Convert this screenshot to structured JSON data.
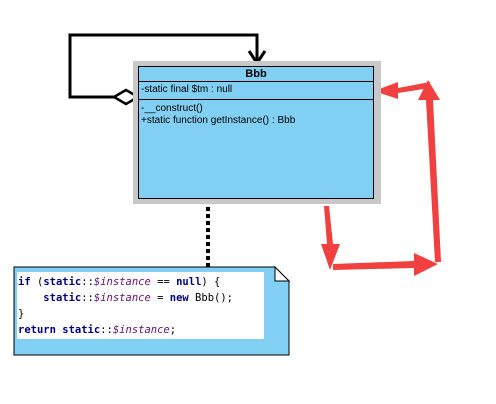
{
  "class": {
    "name": "Bbb",
    "attributes": [
      "-static final $tm : null"
    ],
    "methods": [
      "-__construct()",
      "+static function getInstance() : Bbb"
    ]
  },
  "note": {
    "lines": [
      [
        {
          "t": "if",
          "c": "kw"
        },
        {
          "t": " (",
          "c": "op"
        },
        {
          "t": "static",
          "c": "kw"
        },
        {
          "t": "::",
          "c": "op"
        },
        {
          "t": "$instance",
          "c": "var"
        },
        {
          "t": " == ",
          "c": "op"
        },
        {
          "t": "null",
          "c": "kw"
        },
        {
          "t": ") {",
          "c": "op"
        }
      ],
      [
        {
          "t": "    ",
          "c": "op"
        },
        {
          "t": "static",
          "c": "kw"
        },
        {
          "t": "::",
          "c": "op"
        },
        {
          "t": "$instance",
          "c": "var"
        },
        {
          "t": " = ",
          "c": "op"
        },
        {
          "t": "new",
          "c": "kw"
        },
        {
          "t": " Bbb();",
          "c": "op"
        }
      ],
      [
        {
          "t": "}",
          "c": "op"
        }
      ],
      [
        {
          "t": "return",
          "c": "kw"
        },
        {
          "t": " ",
          "c": "op"
        },
        {
          "t": "static",
          "c": "kw"
        },
        {
          "t": "::",
          "c": "op"
        },
        {
          "t": "$instance",
          "c": "var"
        },
        {
          "t": ";",
          "c": "op"
        }
      ]
    ]
  },
  "colors": {
    "class_fill": "#81cff3",
    "note_fill": "#81cff3",
    "frame": "#c8c8c8",
    "arrow_red": "#f04040"
  }
}
